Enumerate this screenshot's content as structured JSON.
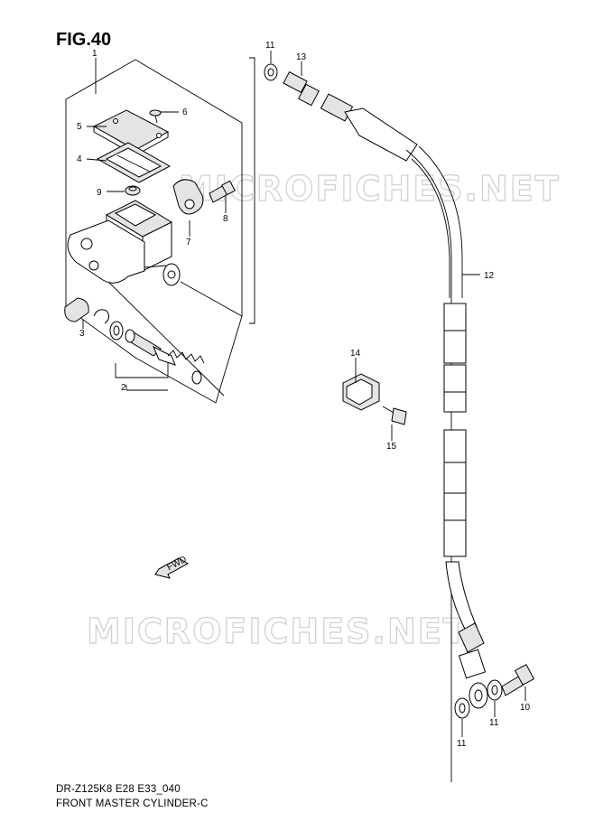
{
  "figure": {
    "title": "FIG.40",
    "model_code": "DR-Z125K8 E28 E33_040",
    "part_name": "FRONT MASTER CYLINDER-C",
    "watermark": "MICROFICHES.NET",
    "arrow_label": "FWD"
  },
  "callouts": [
    {
      "id": "c1",
      "label": "1"
    },
    {
      "id": "c2",
      "label": "2"
    },
    {
      "id": "c3",
      "label": "3"
    },
    {
      "id": "c4",
      "label": "4"
    },
    {
      "id": "c5",
      "label": "5"
    },
    {
      "id": "c6",
      "label": "6"
    },
    {
      "id": "c7",
      "label": "7"
    },
    {
      "id": "c8",
      "label": "8"
    },
    {
      "id": "c9",
      "label": "9"
    },
    {
      "id": "c10",
      "label": "10"
    },
    {
      "id": "c11a",
      "label": "11"
    },
    {
      "id": "c11b",
      "label": "11"
    },
    {
      "id": "c11c",
      "label": "11"
    },
    {
      "id": "c12",
      "label": "12"
    },
    {
      "id": "c13",
      "label": "13"
    },
    {
      "id": "c14",
      "label": "14"
    },
    {
      "id": "c15",
      "label": "15"
    }
  ]
}
